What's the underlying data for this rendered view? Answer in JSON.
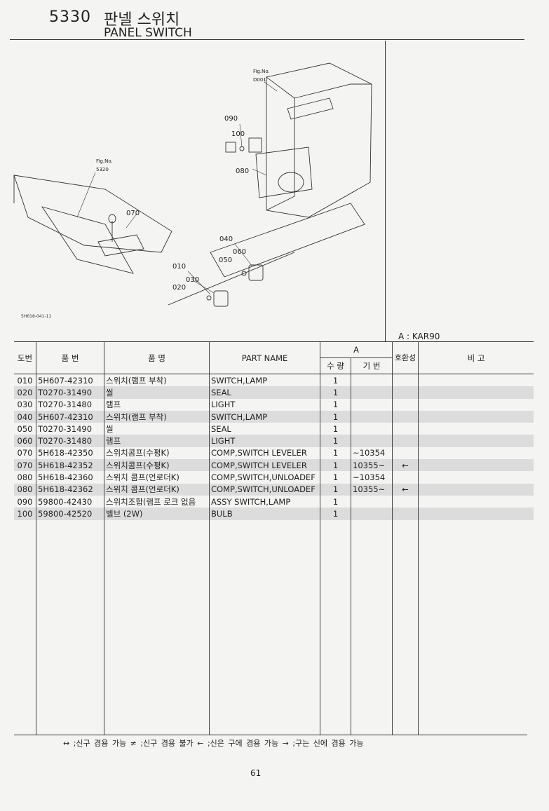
{
  "header": {
    "number": "5330",
    "title_ko": "판넬 스위치",
    "title_en": "PANEL SWITCH"
  },
  "figure": {
    "fig_label": "Fig.No.",
    "ref_top": "D001",
    "ref_left": "5320",
    "callouts": [
      "010",
      "020",
      "030",
      "040",
      "050",
      "060",
      "070",
      "080",
      "090",
      "100"
    ],
    "code": "5H618-041-11"
  },
  "model_label": "A : KAR90",
  "columns": {
    "no": "도번",
    "part_no": "품 번",
    "name_ko": "품   명",
    "name_en": "PART NAME",
    "group_a": "A",
    "qty": "수 량",
    "serial": "기 번",
    "interchange": "호환성",
    "remarks": "비   고"
  },
  "rows": [
    {
      "no": "010",
      "part": "5H607-42310",
      "ko": "스위치(램프 부착)",
      "en": "SWITCH,LAMP",
      "qty": "1",
      "serial": "",
      "ch": ""
    },
    {
      "no": "020",
      "part": "T0270-31490",
      "ko": "씰",
      "en": "SEAL",
      "qty": "1",
      "serial": "",
      "ch": ""
    },
    {
      "no": "030",
      "part": "T0270-31480",
      "ko": "램프",
      "en": "LIGHT",
      "qty": "1",
      "serial": "",
      "ch": ""
    },
    {
      "no": "040",
      "part": "5H607-42310",
      "ko": "스위치(램프 부착)",
      "en": "SWITCH,LAMP",
      "qty": "1",
      "serial": "",
      "ch": ""
    },
    {
      "no": "050",
      "part": "T0270-31490",
      "ko": "씰",
      "en": "SEAL",
      "qty": "1",
      "serial": "",
      "ch": ""
    },
    {
      "no": "060",
      "part": "T0270-31480",
      "ko": "램프",
      "en": "LIGHT",
      "qty": "1",
      "serial": "",
      "ch": ""
    },
    {
      "no": "070",
      "part": "5H618-42350",
      "ko": "스위치콤프(수평K)",
      "en": "COMP,SWITCH LEVELER",
      "qty": "1",
      "serial": "~10354",
      "ch": ""
    },
    {
      "no": "070",
      "part": "5H618-42352",
      "ko": "스위치콤프(수평K)",
      "en": "COMP,SWITCH LEVELER",
      "qty": "1",
      "serial": "10355~",
      "ch": "←"
    },
    {
      "no": "080",
      "part": "5H618-42360",
      "ko": "스위치 콤프(언로더K)",
      "en": "COMP,SWITCH,UNLOADEF",
      "qty": "1",
      "serial": "~10354",
      "ch": ""
    },
    {
      "no": "080",
      "part": "5H618-42362",
      "ko": "스위치 콤프(언로더K)",
      "en": "COMP,SWITCH,UNLOADEF",
      "qty": "1",
      "serial": "10355~",
      "ch": "←"
    },
    {
      "no": "090",
      "part": "59800-42430",
      "ko": "스위치조합(램프 로크 없음",
      "en": "ASSY SWITCH,LAMP",
      "qty": "1",
      "serial": "",
      "ch": ""
    },
    {
      "no": "100",
      "part": "59800-42520",
      "ko": "벨브 (2W)",
      "en": "BULB",
      "qty": "1",
      "serial": "",
      "ch": ""
    }
  ],
  "legend": "↔ ;신구 겸용 가능   ≠ ;신구 겸용 불가   ← ;신은 구에 겸용 가능   → ;구는 신에 겸용 가능",
  "page_number": "61"
}
